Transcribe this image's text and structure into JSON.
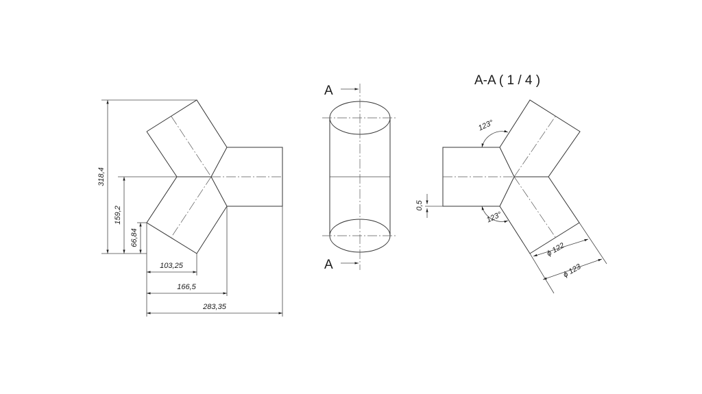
{
  "section_title": "A-A ( 1 / 4 )",
  "section_marks": {
    "top": "A",
    "bottom": "A"
  },
  "dimensions": {
    "height_total": "318,4",
    "height_mid": "159,2",
    "height_small": "66,84",
    "width_small": "103,25",
    "width_mid": "166,5",
    "width_total": "283,35",
    "angle_upper": "123°",
    "angle_lower": "123°",
    "offset": "0,5",
    "diameter_inner": "ϕ 122",
    "diameter_outer": "ϕ 123"
  }
}
